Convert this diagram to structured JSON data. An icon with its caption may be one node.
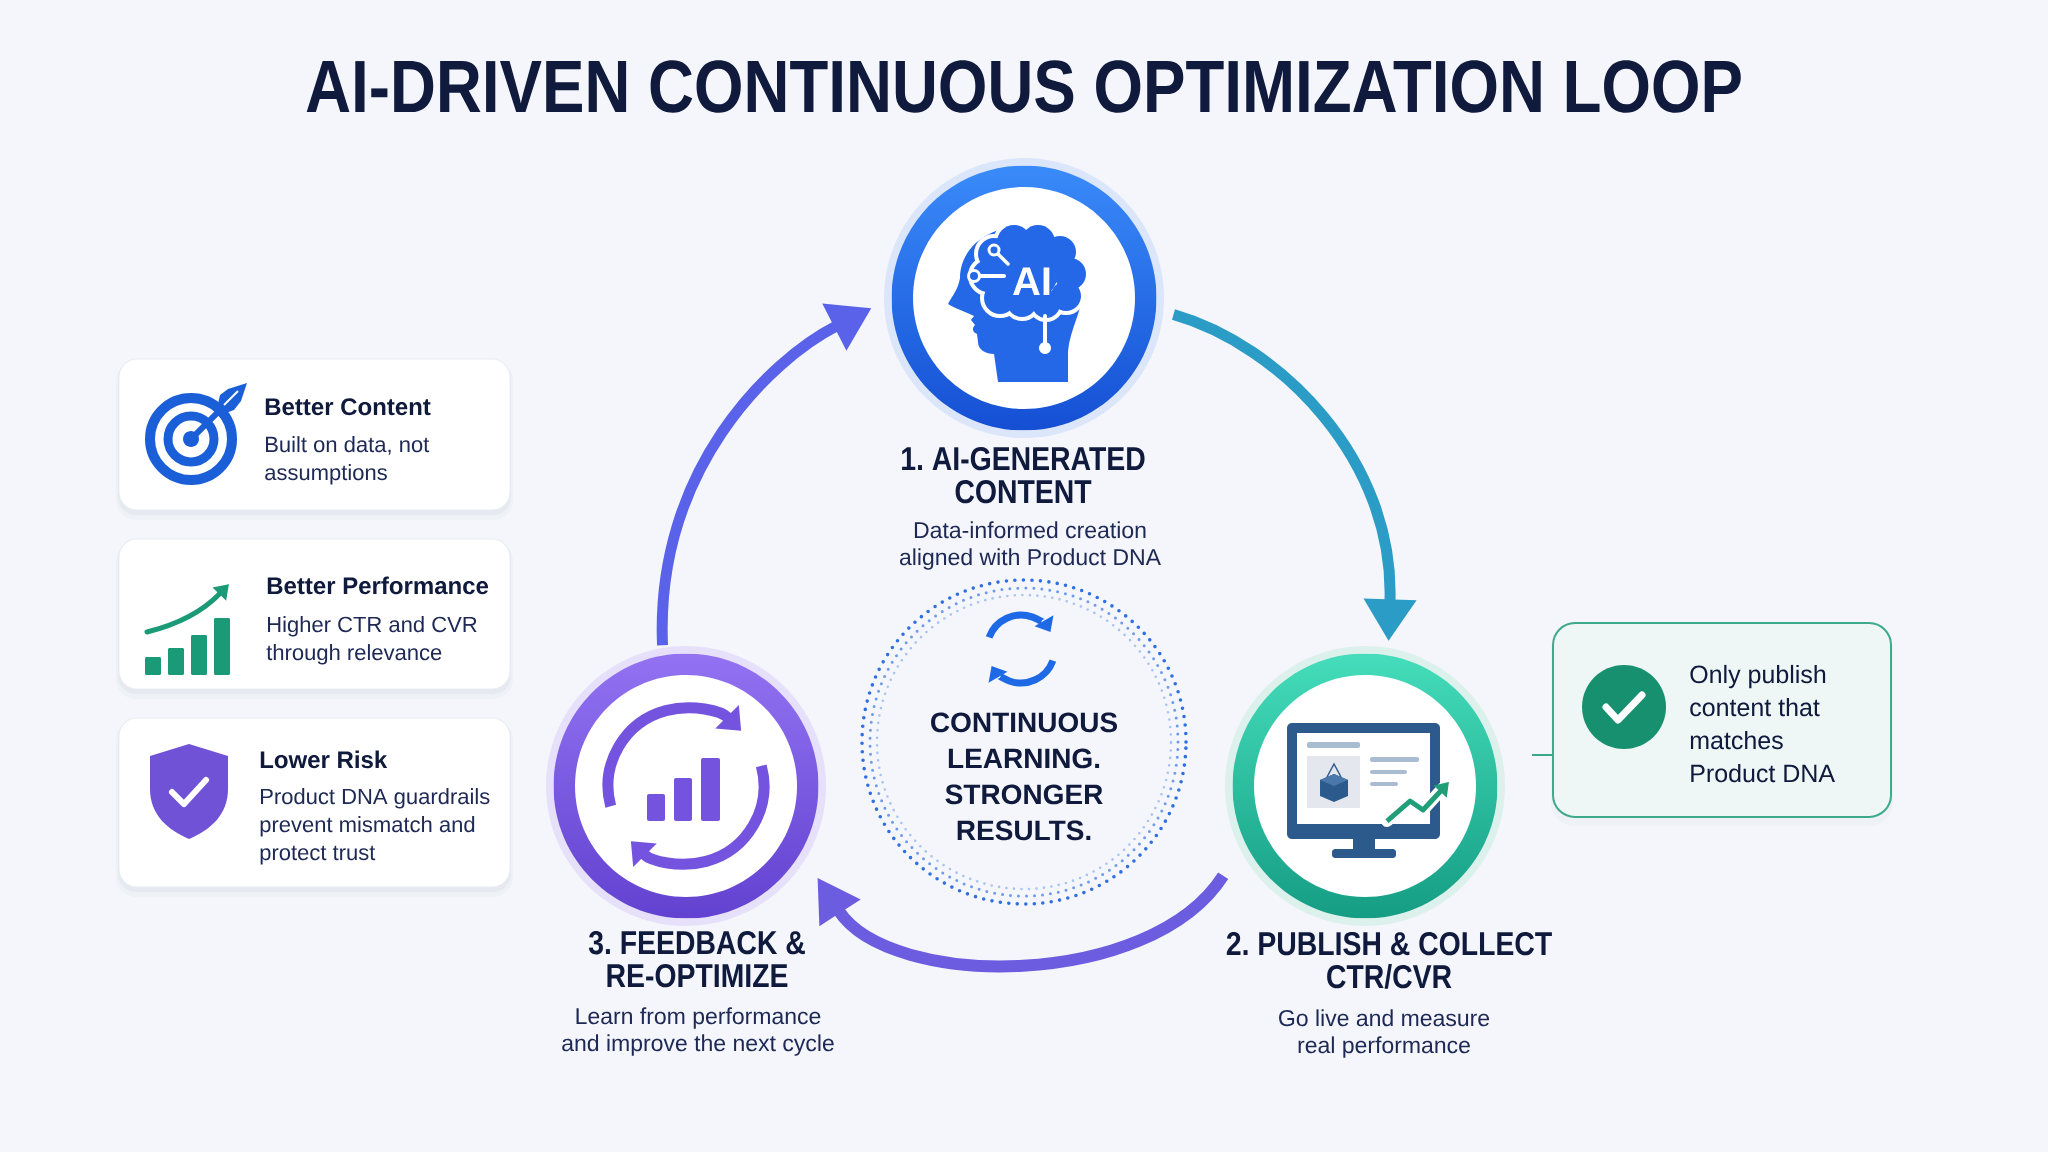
{
  "diagram": {
    "title": "AI-DRIVEN CONTINUOUS OPTIMIZATION LOOP",
    "nodes": [
      {
        "text": [
          "1. AI-GENERATED CONTENT",
          "Data-informed creation aligned with Product DNA"
        ]
      },
      {
        "text": [
          "2. PUBLISH & COLLECT CTR/CVR",
          "Go live and measure real performance"
        ]
      },
      {
        "text": [
          "3. FEEDBACK & RE-OPTIMIZE",
          "Learn from performance and improve the next cycle"
        ]
      },
      {
        "text": [
          "CONTINUOUS LEARNING. STRONGER RESULTS."
        ]
      },
      {
        "text": [
          "Better Content",
          "Built on data, not assumptions"
        ]
      },
      {
        "text": [
          "Better Performance",
          "Higher CTR and CVR through relevance"
        ]
      },
      {
        "text": [
          "Lower Risk",
          "Product DNA guardrails prevent mismatch and protect trust"
        ]
      },
      {
        "text": [
          "Only publish content that matches Product DNA"
        ]
      }
    ],
    "edges": [
      {
        "from": 2,
        "to": 0,
        "arrow": "to",
        "color": "#5b62ea"
      },
      {
        "from": 0,
        "to": 1,
        "arrow": "to",
        "color": "#2a9cc6"
      },
      {
        "from": 1,
        "to": 2,
        "arrow": "to",
        "color": "#6c5ce0"
      },
      {
        "from": 7,
        "to": null,
        "arrow": "none",
        "color": "#3aa88a"
      }
    ],
    "labels": [
      "AI"
    ]
  }
}
